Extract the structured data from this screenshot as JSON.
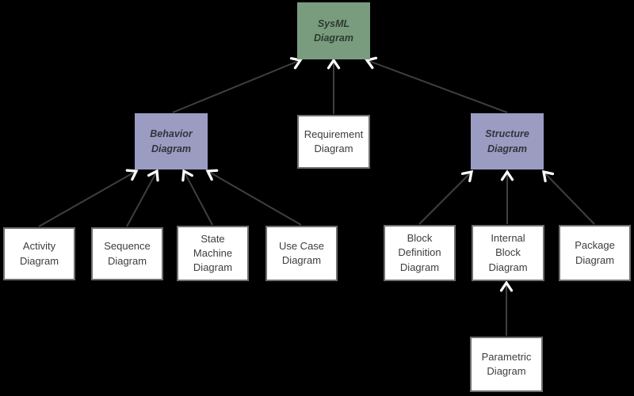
{
  "diagram": {
    "background_color": "#000000",
    "line_color": "#3f3f3f",
    "arrowhead_color": "#ffffff",
    "root_fill_color": "#7a9c7e",
    "category_fill_color": "#9a9cc2",
    "leaf_fill_color": "#ffffff",
    "leaf_border_color": "#6f6f6f",
    "nodes": {
      "sysml": {
        "label": "SysML\nDiagram",
        "type": "root"
      },
      "behavior": {
        "label": "Behavior\nDiagram",
        "type": "category"
      },
      "requirement": {
        "label": "Requirement\nDiagram",
        "type": "leaf"
      },
      "structure": {
        "label": "Structure\nDiagram",
        "type": "category"
      },
      "activity": {
        "label": "Activity\nDiagram",
        "type": "leaf"
      },
      "sequence": {
        "label": "Sequence\nDiagram",
        "type": "leaf"
      },
      "state_machine": {
        "label": "State\nMachine\nDiagram",
        "type": "leaf"
      },
      "use_case": {
        "label": "Use Case\nDiagram",
        "type": "leaf"
      },
      "block_definition": {
        "label": "Block\nDefinition\nDiagram",
        "type": "leaf"
      },
      "internal_block": {
        "label": "Internal\nBlock\nDiagram",
        "type": "leaf"
      },
      "package": {
        "label": "Package\nDiagram",
        "type": "leaf"
      },
      "parametric": {
        "label": "Parametric\nDiagram",
        "type": "leaf"
      }
    },
    "edges": [
      {
        "from": "behavior",
        "to": "sysml"
      },
      {
        "from": "requirement",
        "to": "sysml"
      },
      {
        "from": "structure",
        "to": "sysml"
      },
      {
        "from": "activity",
        "to": "behavior"
      },
      {
        "from": "sequence",
        "to": "behavior"
      },
      {
        "from": "state_machine",
        "to": "behavior"
      },
      {
        "from": "use_case",
        "to": "behavior"
      },
      {
        "from": "block_definition",
        "to": "structure"
      },
      {
        "from": "internal_block",
        "to": "structure"
      },
      {
        "from": "package",
        "to": "structure"
      },
      {
        "from": "parametric",
        "to": "internal_block"
      }
    ]
  }
}
